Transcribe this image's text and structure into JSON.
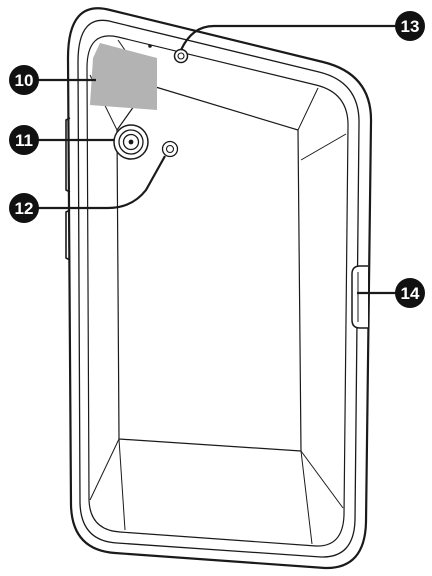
{
  "figure": {
    "colors": {
      "outline": "#1a1a1a",
      "callout_fill": "#111111",
      "callout_text": "#ffffff",
      "antenna_area": "#b3b3b3",
      "background": "#ffffff"
    }
  },
  "callouts": [
    {
      "number": "10",
      "part": "antenna-area"
    },
    {
      "number": "11",
      "part": "rear-camera"
    },
    {
      "number": "12",
      "part": "flash"
    },
    {
      "number": "13",
      "part": "headset-jack"
    },
    {
      "number": "14",
      "part": "memory-card-slot"
    }
  ]
}
